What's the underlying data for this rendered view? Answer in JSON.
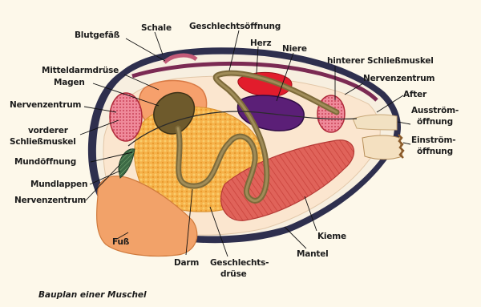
{
  "caption": "Bauplan einer Muschel",
  "labels": {
    "blutgefaess": "Blutgefäß",
    "schale": "Schale",
    "geschlechtsoeffnung": "Geschlechtsöffnung",
    "herz": "Herz",
    "niere": "Niere",
    "mitteldarmdruese": "Mitteldarmdrüse",
    "magen": "Magen",
    "hinterer_schliessmuskel": "hinterer Schließmuskel",
    "nervenzentrum_top": "Nervenzentrum",
    "nervenzentrum_left": "Nervenzentrum",
    "after": "After",
    "vorderer_schliessmuskel_1": "vorderer",
    "vorderer_schliessmuskel_2": "Schließmuskel",
    "ausstroem_1": "Ausström-",
    "ausstroem_2": "öffnung",
    "einstroem_1": "Einström-",
    "einstroem_2": "öffnung",
    "mundoeffnung": "Mundöffnung",
    "mundlappen": "Mundlappen",
    "nervenzentrum_bottom": "Nervenzentrum",
    "kieme": "Kieme",
    "mantel": "Mantel",
    "fuss": "Fuß",
    "darm": "Darm",
    "geschlechtsdruese_1": "Geschlechts-",
    "geschlechtsdruese_2": "drüse"
  }
}
